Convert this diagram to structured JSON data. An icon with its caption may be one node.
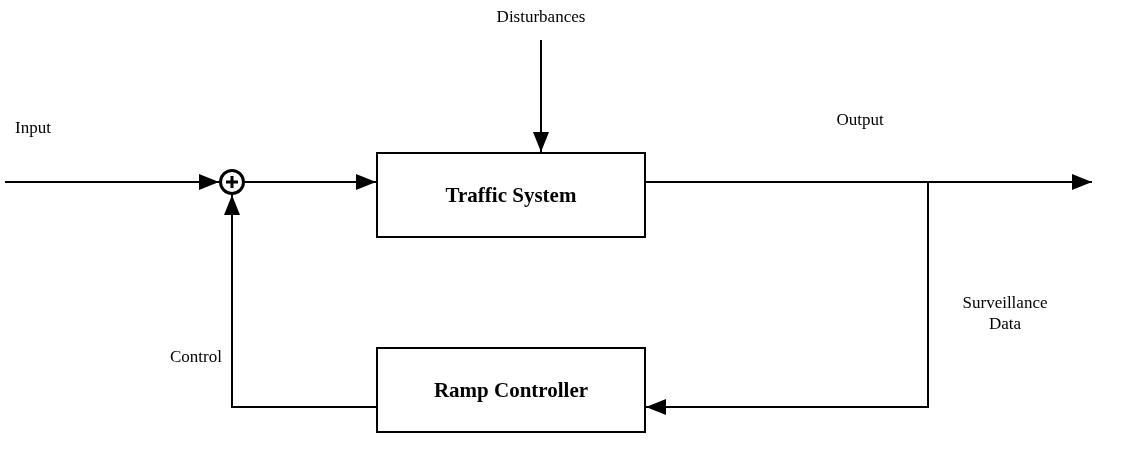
{
  "diagram": {
    "nodes": [
      {
        "text": [
          "Traffic System"
        ]
      },
      {
        "text": [
          "Ramp Controller"
        ]
      },
      {
        "text": [],
        "shape": "circle"
      }
    ],
    "edges": [
      {
        "from": null,
        "to": 2,
        "arrow": "to",
        "label": "Input"
      },
      {
        "from": 2,
        "to": 0,
        "arrow": "to"
      },
      {
        "from": null,
        "to": 0,
        "arrow": "to",
        "label": "Disturbances"
      },
      {
        "from": 0,
        "to": null,
        "arrow": "to",
        "label": "Output"
      },
      {
        "from": 0,
        "to": 1,
        "arrow": "to",
        "label": "Surveillance Data"
      },
      {
        "from": 1,
        "to": 2,
        "arrow": "to",
        "label": "Control"
      }
    ]
  }
}
